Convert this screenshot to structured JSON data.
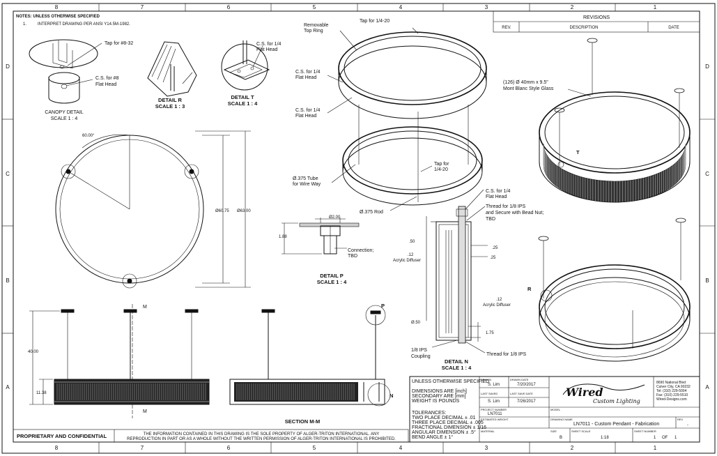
{
  "notes": {
    "title": "NOTES: UNLESS OTHERWISE SPECIFIED",
    "item_number": "1.",
    "item_text": "INTERPRET DRAWING PER ANSI Y14.5M-1982."
  },
  "zones": {
    "columns": [
      "8",
      "7",
      "6",
      "5",
      "4",
      "3",
      "2",
      "1"
    ],
    "rows": [
      "D",
      "C",
      "B",
      "A"
    ]
  },
  "revisions": {
    "title": "REVISIONS",
    "col_rev": "REV.",
    "col_desc": "DESCRIPTION",
    "col_date": "DATE"
  },
  "canopy": {
    "tap": "Tap for #8-32",
    "cs_line1": "C.S. for #8",
    "cs_line2": "Flat Head",
    "title": "CANOPY DETAIL",
    "scale": "SCALE 1 : 4"
  },
  "detail_r": {
    "title": "DETAIL R",
    "scale": "SCALE 1 : 3"
  },
  "detail_t": {
    "cs_line1": "C.S. for 1/4",
    "cs_line2": "Flat Head",
    "title": "DETAIL T",
    "scale": "SCALE 1 : 4"
  },
  "top_view": {
    "angle": "60.00°",
    "dia_inner": "Ø60.75",
    "dia_outer": "Ø63.00"
  },
  "exploded": {
    "tap_top": "Tap for 1/4-20",
    "ring_line1": "Removable",
    "ring_line2": "Top Ring",
    "cs1_line1": "C.S. for 1/4",
    "cs1_line2": "Flat Head",
    "cs2_line1": "C.S. for 1/4",
    "cs2_line2": "Flat Head",
    "tube_line1": "Ø.375 Tube",
    "tube_line2": "for Wire Way",
    "tap2_line1": "Tap for",
    "tap2_line2": "1/4-20",
    "rod": "Ø.375 Rod"
  },
  "iso_view": {
    "glass_line1": "(126) Ø 40mm x 9.5\"",
    "glass_line2": "Mont Blanc Style Glass",
    "label_t": "T",
    "label_r": "R"
  },
  "detail_p": {
    "dim_200": "Ø2.00",
    "dim_188": "1.88",
    "conn_line1": "Connection;",
    "conn_line2": "TBD",
    "title": "DETAIL P",
    "scale": "SCALE 1 : 4"
  },
  "detail_n": {
    "cs_line1": "C.S. for 1/4",
    "cs_line2": "Flat Head",
    "thread1_line1": "Thread for 1/8 IPS",
    "thread1_line2": "and Secure with Bead Nut;",
    "thread1_line3": "TBD",
    "dim_50a": ".50",
    "dim_12a": ".12",
    "diff_a": "Acrylic Diffuser",
    "dim_25a": ".25",
    "dim_25b": ".25",
    "dim_12b": ".12",
    "diff_b": "Acrylic Diffuser",
    "dim_50b": "Ø.50",
    "dim_175": "1.75",
    "coupling_line1": "1/8 IPS",
    "coupling_line2": "Coupling",
    "thread2": "Thread for 1/8 IPS",
    "title": "DETAIL N",
    "scale": "SCALE 1 : 4"
  },
  "front_view": {
    "label_m_top": "M",
    "label_m_bot": "M",
    "dim_40": "40.00",
    "dim_1138": "11.38"
  },
  "section_view": {
    "label_p": "P",
    "label_n": "N",
    "title": "SECTION M-M"
  },
  "proprietary": {
    "label": "PROPRIETARY AND CONFIDENTIAL",
    "line1": "THE INFORMATION CONTAINED IN THIS DRAWING IS THE SOLE PROPERTY OF ALGER-TRITON INTERNATIONAL. ANY",
    "line2": "REPRODUCTION IN PART OR AS A WHOLE WITHOUT THE WRITTEN PERMISSION OF ALGER-TRITON INTERNATIONAL IS PROHIBITED."
  },
  "title_block": {
    "unless": "UNLESS OTHERWISE SPECIFIED",
    "dims_primary": "DIMENSIONS ARE [inch]",
    "dims_secondary": "SECONDARY ARE [mm]",
    "weight": "WEIGHT IS POUNDS",
    "tolerances": "TOLERANCES:",
    "tol_two": "TWO PLACE DECIMAL  ± .01",
    "tol_three": "THREE PLACE DECIMAL  ± .005",
    "tol_frac": "FRACTIONAL DIMENSION ± 1/16",
    "tol_ang": "ANGULAR DIMENSION ± .5°",
    "tol_bend": "BEND ANGLE ± 1°",
    "drawn_label": "DRAWN",
    "drawn_by": "S. Lim",
    "drawn_date_label": "DRAWN DATE",
    "drawn_date": "7/20/2017",
    "saved_label": "LAST SAVED",
    "saved_by": "S. Lim",
    "saved_date_label": "LAST SAVE DATE",
    "saved_date": "7/26/2017",
    "project_label": "PROJECT NUMBER",
    "project": "LN7011",
    "model_label": "MODEL",
    "weight_label": "ESTIMATED WEIGHT",
    "drawing_name_label": "DRAWING NAME",
    "drawing_name": "LN7011 - Custom Pendant - Fabrication",
    "rev_label": "REV",
    "rev": "-",
    "material_label": "MATERIAL",
    "size_label": "SIZE",
    "size": "B",
    "scale_label": "SHEET SCALE",
    "scale": "1:18",
    "sheet_label": "SHEET NUMBER",
    "sheet_num": "1",
    "sheet_of": "OF",
    "sheet_total": "1",
    "logo_script": "Wired",
    "logo_sub": "Custom Lighting",
    "addr1": "8690 National Blvd",
    "addr2": "Culver City, CA 90232",
    "addr3": "Tel: (310) 229-5004",
    "addr4": "Fax: (310) 229-5510",
    "addr5": "Wired-Designs.com"
  }
}
